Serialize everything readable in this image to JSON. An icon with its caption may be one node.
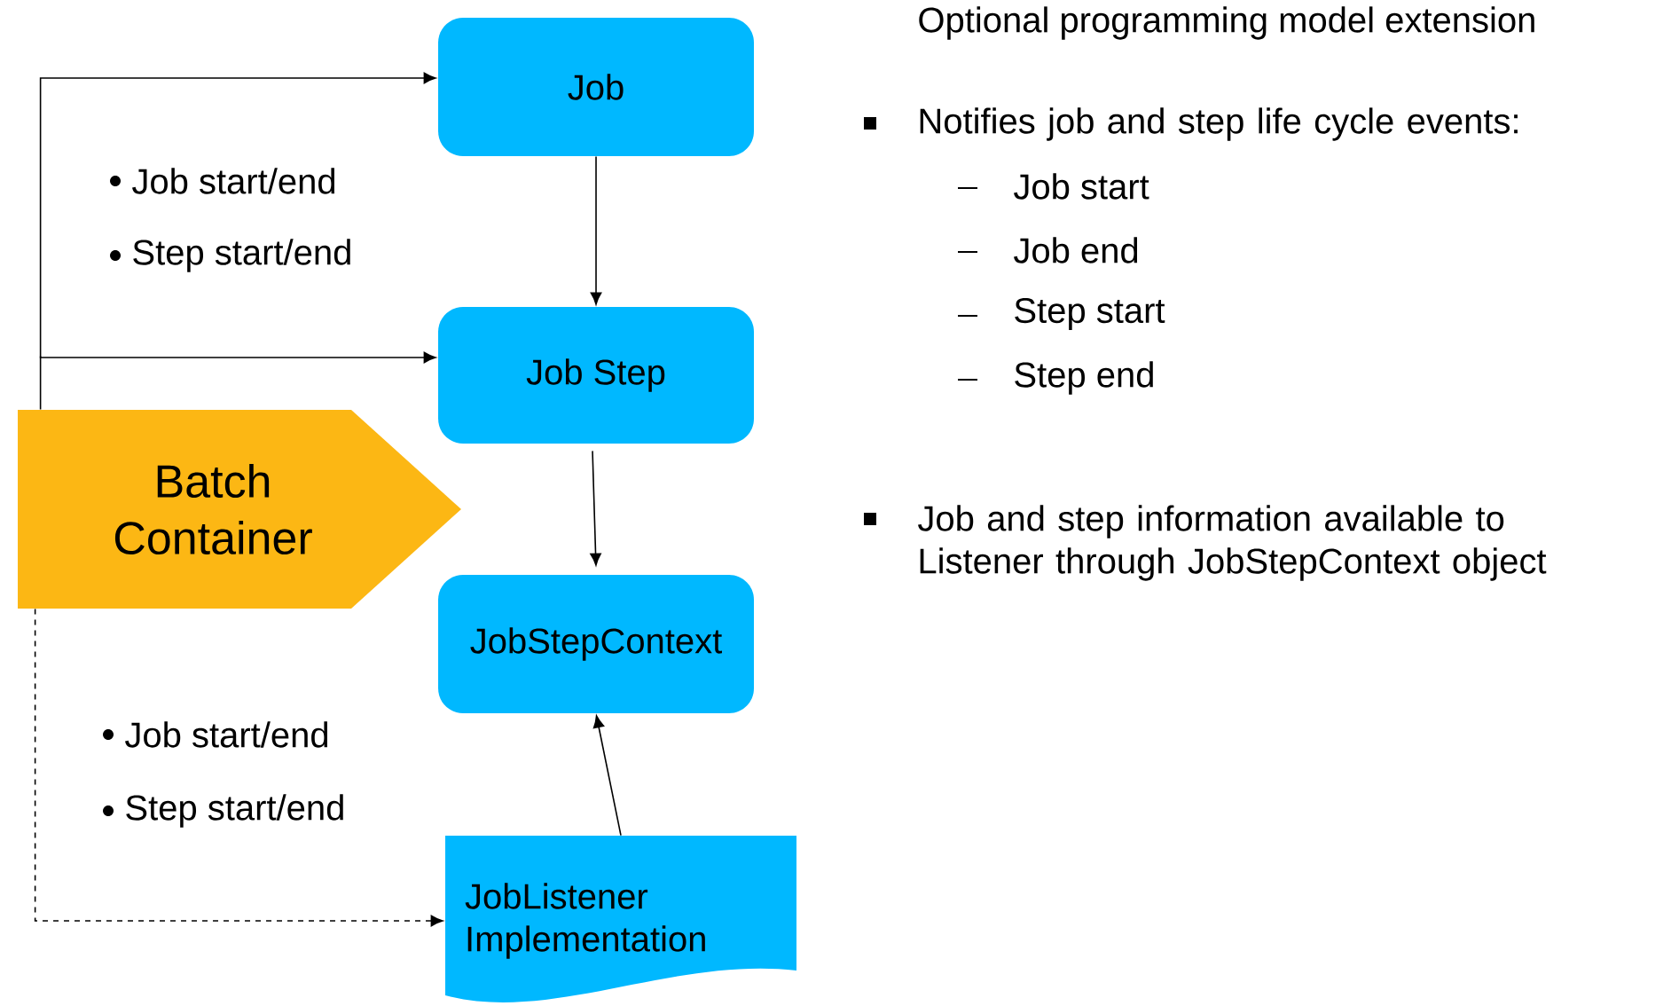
{
  "diagram": {
    "nodes": [
      {
        "text": [
          "Job"
        ]
      },
      {
        "text": [
          "Job Step"
        ]
      },
      {
        "text": [
          "Batch Container"
        ]
      },
      {
        "text": [
          "JobStepContext"
        ]
      },
      {
        "text": [
          "JobListener Implementation"
        ]
      }
    ],
    "edges": [
      {
        "from": 2,
        "to": 0,
        "arrow": "to"
      },
      {
        "from": 2,
        "to": 1,
        "arrow": "to"
      },
      {
        "from": 2,
        "to": 4,
        "arrow": "to",
        "style": "dashed"
      },
      {
        "from": 0,
        "to": 1,
        "arrow": "to"
      },
      {
        "from": 1,
        "to": 3,
        "arrow": "to"
      },
      {
        "from": 4,
        "to": 3,
        "arrow": "to"
      }
    ],
    "labels": [
      "Optional programming model extension",
      "Notifies job and step life cycle events:",
      "Job start",
      "Job end",
      "Step start",
      "Step end",
      "Job and step information available to Listener through JobStepContext object",
      "Job start/end",
      "Step start/end",
      "Job start/end",
      "Step start/end"
    ]
  }
}
